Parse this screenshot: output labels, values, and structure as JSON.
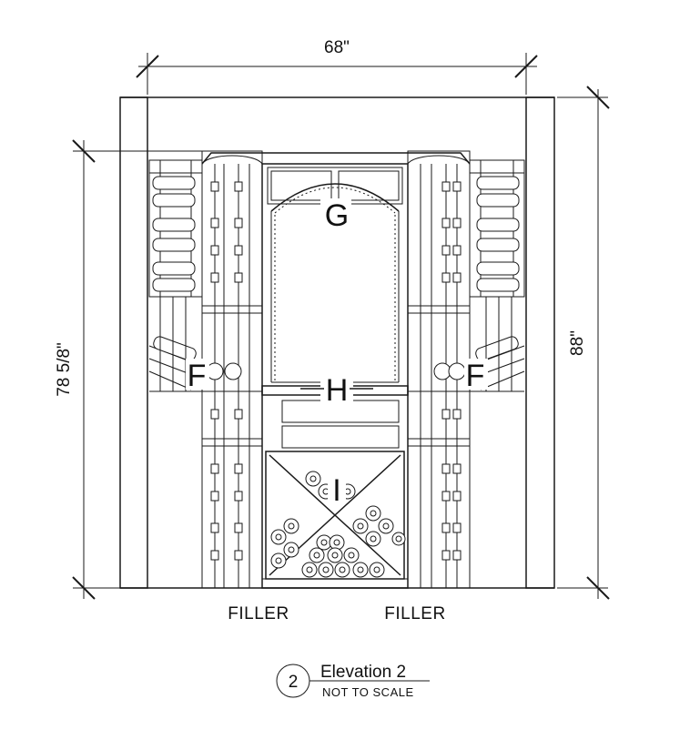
{
  "dimensions": {
    "width": "68\"",
    "height_total": "88\"",
    "height_inner": "78 5/8\""
  },
  "labels": {
    "g": "G",
    "h": "H",
    "i": "I",
    "f_left": "F",
    "f_right": "F",
    "filler_left": "FILLER",
    "filler_right": "FILLER"
  },
  "title_block": {
    "number": "2",
    "title": "Elevation 2",
    "scale": "NOT TO SCALE"
  }
}
